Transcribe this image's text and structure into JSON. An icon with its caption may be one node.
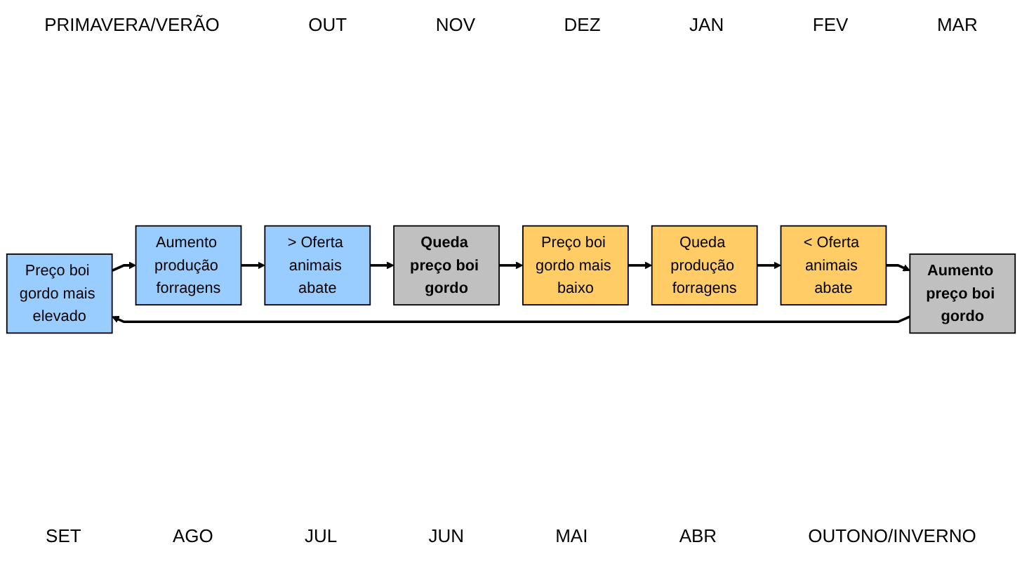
{
  "diagram": {
    "nodes": [
      {
        "text": [
          "Preço boi gordo mais elevado"
        ]
      },
      {
        "text": [
          "Aumento produção forragens"
        ]
      },
      {
        "text": [
          "> Oferta animais abate"
        ]
      },
      {
        "text": [
          "Aumento preço boi gordo"
        ]
      },
      {
        "text": [
          "Queda preço boi gordo"
        ]
      },
      {
        "text": [
          "< Oferta animais abate"
        ]
      },
      {
        "text": [
          "Queda produção forragens"
        ]
      },
      {
        "text": [
          "Preço boi gordo mais baixo"
        ]
      }
    ],
    "edges": [
      {
        "from": 3,
        "to": 0,
        "arrow": "to"
      },
      {
        "from": 0,
        "to": 1,
        "arrow": "to"
      },
      {
        "from": 1,
        "to": 2,
        "arrow": "to"
      },
      {
        "from": 2,
        "to": 4,
        "arrow": "to"
      },
      {
        "from": 4,
        "to": 7,
        "arrow": "to"
      },
      {
        "from": 7,
        "to": 6,
        "arrow": "to"
      },
      {
        "from": 6,
        "to": 5,
        "arrow": "to"
      },
      {
        "from": 5,
        "to": 3,
        "arrow": "to"
      }
    ],
    "labels": [
      "PRIMAVERA/VERÃO",
      "OUT",
      "NOV",
      "DEZ",
      "JAN",
      "FEV",
      "MAR",
      "SET",
      "AGO",
      "JUL",
      "JUN",
      "MAI",
      "ABR",
      "OUTONO/INVERNO"
    ]
  }
}
